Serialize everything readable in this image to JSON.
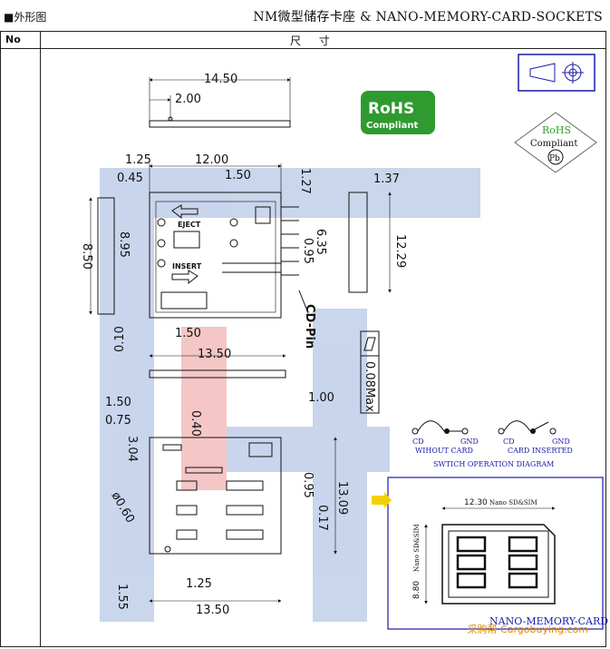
{
  "header": {
    "left_label": "■外形图",
    "title": "NM微型储存卡座 & NANO-MEMORY-CARD-SOCKETS"
  },
  "table": {
    "col_no": "No",
    "col_dim": "尺 寸"
  },
  "dimensions": {
    "top_width": "14.50",
    "top_offset": "2.00",
    "left_1_25": "1.25",
    "left_0_45": "0.45",
    "width_12": "12.00",
    "dim_1_50_a": "1.50",
    "dim_1_27": "1.27",
    "dim_1_37": "1.37",
    "dim_8_50": "8.50",
    "dim_8_95": "8.95",
    "dim_6_35": "6.35",
    "dim_0_95_a": "0.95",
    "dim_12_29": "12.29",
    "dim_0_10": "0.10",
    "dim_1_50_b": "1.50",
    "dim_13_50_a": "13.50",
    "dim_1_00": "1.00",
    "dim_0_08": "0.08Max",
    "dim_1_50_c": "1.50",
    "dim_0_75": "0.75",
    "dim_0_40": "0.40",
    "dim_3_04": "3.04",
    "dim_0_95_b": "0.95",
    "dim_0_17": "0.17",
    "dim_13_09": "13.09",
    "dim_phi": "ø0.60",
    "dim_1_25_b": "1.25",
    "dim_1_55": "1.55",
    "dim_13_50_b": "13.50",
    "card_width": "12.30",
    "card_height": "8.80"
  },
  "labels": {
    "eject": "EJECT",
    "insert": "INSERT",
    "cd_pin": "CD-Pin",
    "rohs_green_1": "RoHS",
    "rohs_green_2": "Compliant",
    "rohs_dia_1": "RoHS",
    "rohs_dia_2": "Compliant",
    "rohs_dia_3": "Pb",
    "cd_left": "CD",
    "gnd_left": "GND",
    "without_card": "WIHOUT CARD",
    "cd_right": "CD",
    "gnd_right": "GND",
    "card_inserted": "CARD INSERTED",
    "switch_diagram": "SWTICH OPERATION DIAGRAM",
    "card_top_label": "Nano SD&SIM",
    "card_side_label": "Nano SD&SIM",
    "card_caption": "NANO-MEMORY-CARD",
    "watermark": "采购帮 Cargobuying.com"
  },
  "colors": {
    "watermark_blue": "#b7c8e6",
    "watermark_red": "#f2b3b3",
    "rohs_green": "#2f9a2f",
    "diagram_blue": "#1a1aa8",
    "arrow_yellow": "#f5d000"
  }
}
